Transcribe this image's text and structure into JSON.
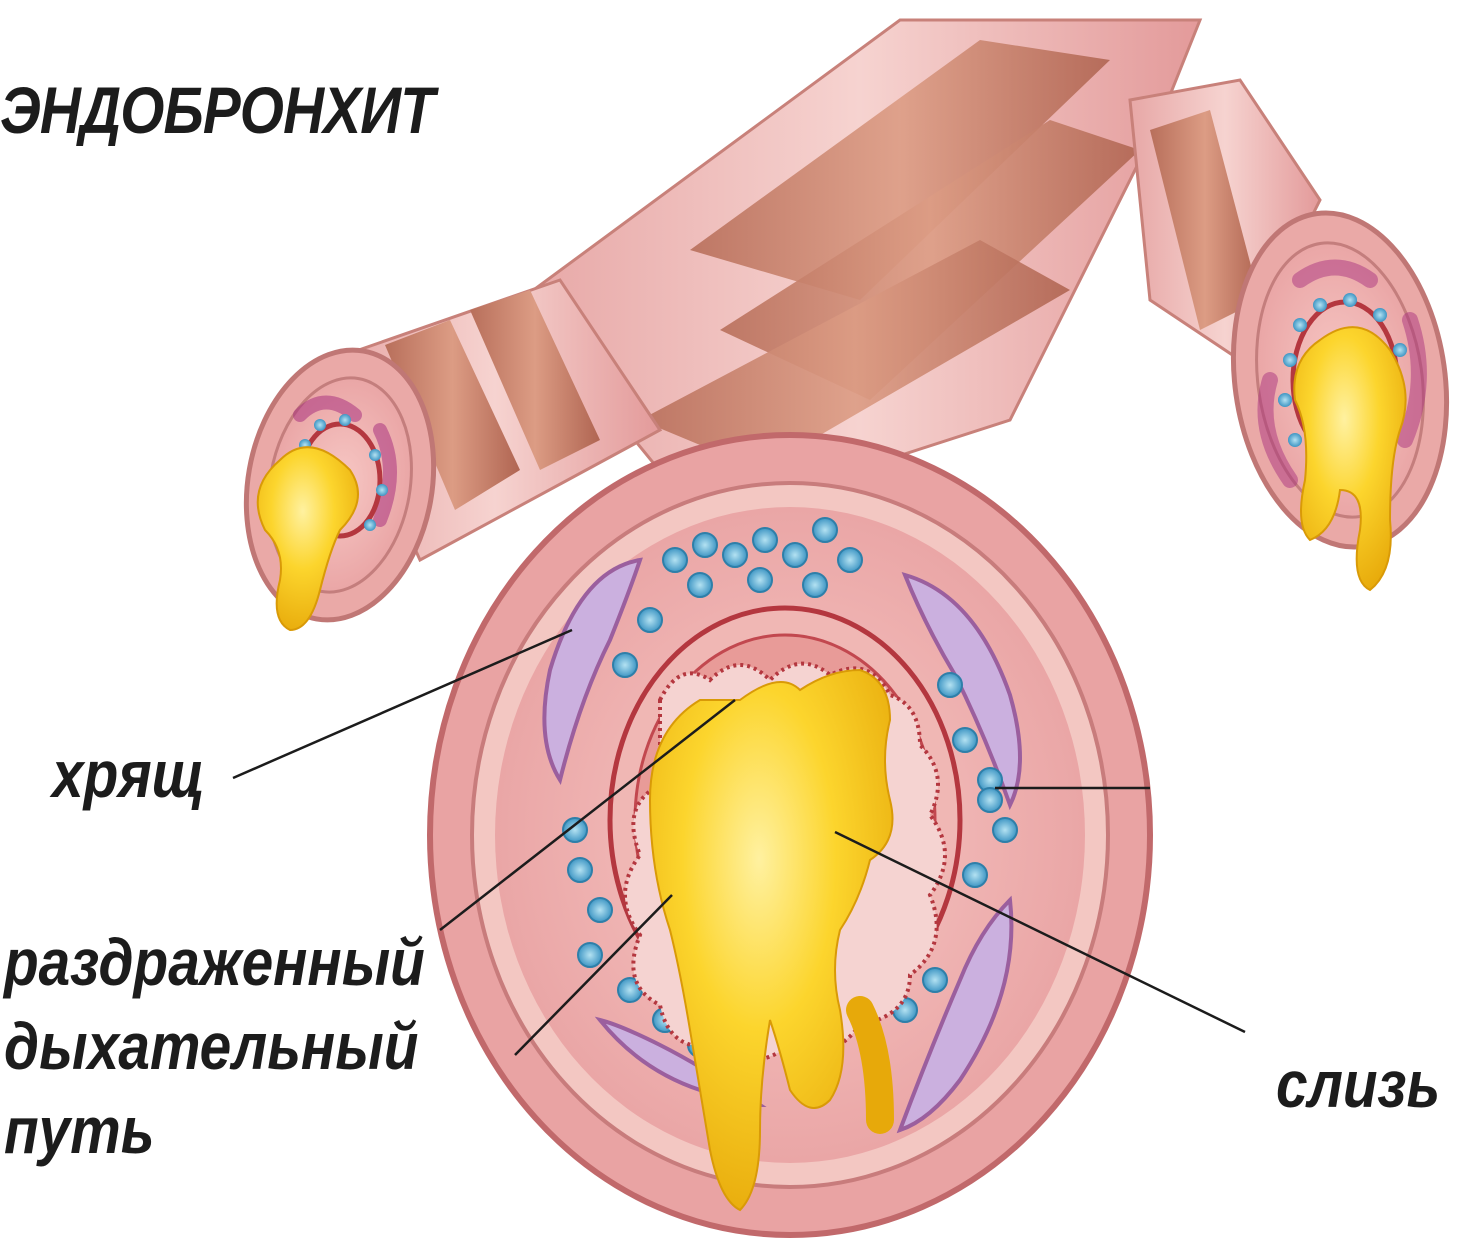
{
  "title": "ЭНДОБРОНХИТ",
  "labels": {
    "cartilage": "хрящ",
    "airway_line1": "раздраженный",
    "airway_line2": "дыхательный",
    "airway_line3": "путь",
    "mucus": "слизь"
  },
  "colors": {
    "tissue_pink": "#e9a3a3",
    "tissue_light": "#f6d2cf",
    "cartilage_band": "#c9836a",
    "cartilage_purple": "#cbb0df",
    "gland_blue": "#5aaed3",
    "mucus_yellow": "#f6c417",
    "mucosa_red": "#b4373f"
  }
}
